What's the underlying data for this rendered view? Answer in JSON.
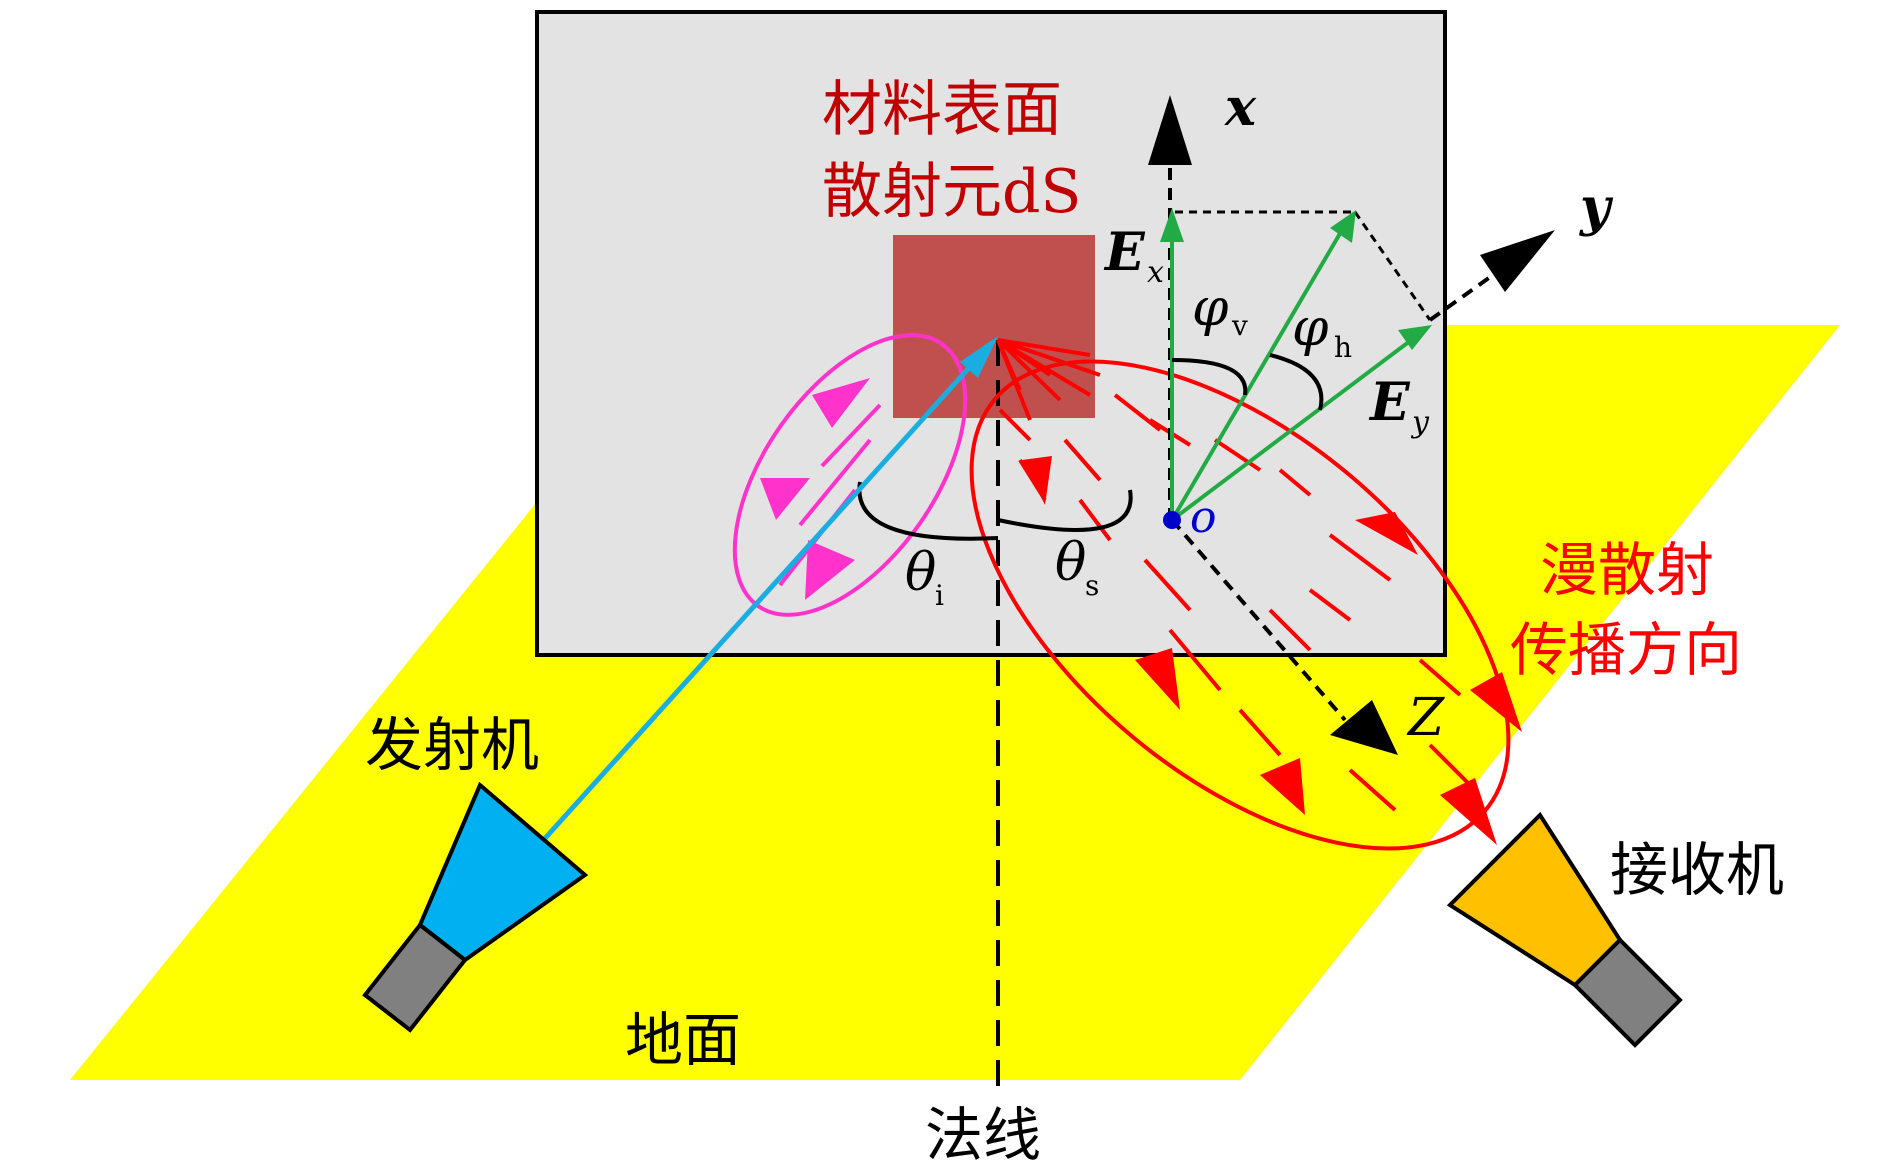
{
  "labels": {
    "surface": "材料表面",
    "element": "散射元dS",
    "diffuse1": "漫散射",
    "diffuse2": "传播方向",
    "transmitter": "发射机",
    "receiver": "接收机",
    "ground": "地面",
    "normal": "法线"
  },
  "math": {
    "x": "x",
    "y": "y",
    "Ex": "E",
    "Ex_sub": "x",
    "Ey": "E",
    "Ey_sub": "y",
    "phi_v": "φ",
    "phi_v_sub": "v",
    "phi_h": "φ",
    "phi_h_sub": "h",
    "theta_i": "θ",
    "theta_i_sub": "i",
    "theta_s": "θ",
    "theta_s_sub": "s",
    "origin": "o",
    "Z": "Z"
  },
  "colors": {
    "ground": "#ffff00",
    "panel": "#e3e3e3",
    "element": "#c0504d",
    "incident_lobe": "#ff33cc",
    "scatter_lobe": "#ff0000",
    "incident_ray": "#1aaee0",
    "e_field": "#22aa44",
    "transmitter": "#00b0f0",
    "receiver": "#ffc000",
    "horn_base": "#808080",
    "origin": "#0000cc",
    "label_dark_red": "#c00000",
    "label_red": "#ff0000"
  }
}
